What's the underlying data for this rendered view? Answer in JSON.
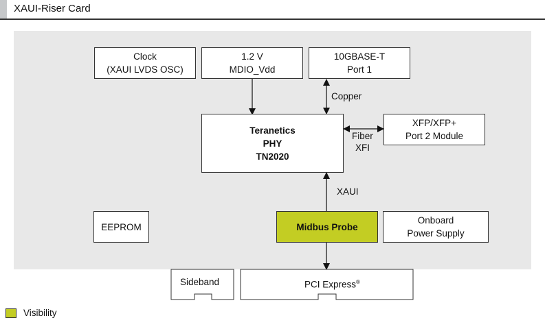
{
  "header": {
    "title": "XAUI-Riser Card"
  },
  "blocks": {
    "clock": {
      "line1": "Clock",
      "line2": "(XAUI LVDS OSC)"
    },
    "mdio": {
      "line1": "1.2 V",
      "line2": "MDIO_Vdd"
    },
    "port1": {
      "line1": "10GBASE-T",
      "line2": "Port 1"
    },
    "phy": {
      "line1": "Teranetics",
      "line2": "PHY",
      "line3": "TN2020"
    },
    "xfp": {
      "line1": "XFP/XFP+",
      "line2": "Port 2 Module"
    },
    "eeprom": {
      "line1": "EEPROM"
    },
    "midbus": {
      "line1": "Midbus Probe"
    },
    "power": {
      "line1": "Onboard",
      "line2": "Power Supply"
    },
    "sideband": {
      "line1": "Sideband"
    },
    "pcie": {
      "line1": "PCI Express",
      "mark": "®"
    }
  },
  "links": {
    "copper": "Copper",
    "fiber": "Fiber",
    "xfi": "XFI",
    "xaui": "XAUI"
  },
  "legend": {
    "label": "Visibility",
    "color": "#c3cd23"
  }
}
